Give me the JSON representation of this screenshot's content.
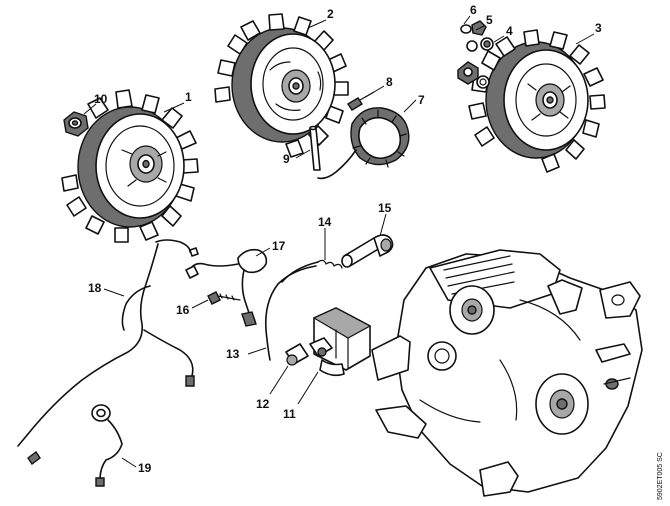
{
  "callouts": [
    {
      "id": "1",
      "text": "1"
    },
    {
      "id": "2",
      "text": "2"
    },
    {
      "id": "3",
      "text": "3"
    },
    {
      "id": "4",
      "text": "4"
    },
    {
      "id": "5",
      "text": "5"
    },
    {
      "id": "6",
      "text": "6"
    },
    {
      "id": "7",
      "text": "7"
    },
    {
      "id": "8",
      "text": "8"
    },
    {
      "id": "9",
      "text": "9"
    },
    {
      "id": "10",
      "text": "10"
    },
    {
      "id": "11",
      "text": "11"
    },
    {
      "id": "12",
      "text": "12"
    },
    {
      "id": "13",
      "text": "13"
    },
    {
      "id": "14",
      "text": "14"
    },
    {
      "id": "15",
      "text": "15"
    },
    {
      "id": "16",
      "text": "16"
    },
    {
      "id": "17",
      "text": "17"
    },
    {
      "id": "18",
      "text": "18"
    },
    {
      "id": "19",
      "text": "19"
    }
  ],
  "drawing_ref": "5902ET005 SC"
}
